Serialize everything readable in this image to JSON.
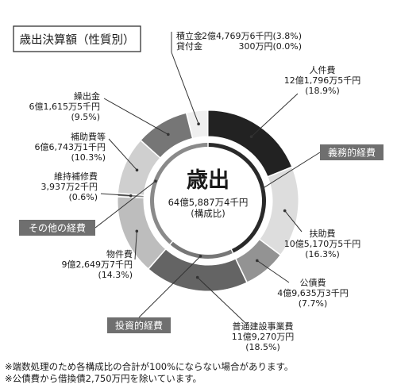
{
  "chart_data": {
    "type": "pie",
    "title": "歳出決算額（性質別）",
    "center": {
      "title": "歳出",
      "total": "64億5,887万4千円",
      "note": "(構成比)"
    },
    "unit": "%",
    "slices": [
      {
        "name": "人件費",
        "amount": "12億1,796万5千円",
        "pct_label": "(18.9%)",
        "value": 18.9,
        "color": "#222222"
      },
      {
        "name": "扶助費",
        "amount": "10億5,170万5千円",
        "pct_label": "(16.3%)",
        "value": 16.3,
        "color": "#dddddd"
      },
      {
        "name": "公債費",
        "amount": "4億9,635万3千円",
        "pct_label": "(7.7%)",
        "value": 7.7,
        "color": "#939393"
      },
      {
        "name": "普通建設事業費",
        "amount": "11億9,270万円",
        "pct_label": "(18.5%)",
        "value": 18.5,
        "color": "#646464"
      },
      {
        "name": "物件費",
        "amount": "9億2,649万7千円",
        "pct_label": "(14.3%)",
        "value": 14.3,
        "color": "#bdbdbd"
      },
      {
        "name": "維持補修費",
        "amount": "3,937万2千円",
        "pct_label": "(0.6%)",
        "value": 0.6,
        "color": "#8c8c8c"
      },
      {
        "name": "補助費等",
        "amount": "6億6,743万1千円",
        "pct_label": "(10.3%)",
        "value": 10.3,
        "color": "#cfcfcf"
      },
      {
        "name": "繰出金",
        "amount": "6億1,615万5千円",
        "pct_label": "(9.5%)",
        "value": 9.5,
        "color": "#767676"
      },
      {
        "name": "積立金",
        "amount": "2億4,769万6千円",
        "pct_label": "(3.8%)",
        "value": 3.8,
        "color": "#efefef"
      },
      {
        "name": "貸付金",
        "amount": "300万円",
        "pct_label": "(0.0%)",
        "value": 0.05,
        "color": "#c8c8c8"
      }
    ],
    "groups": [
      {
        "label": "義務的経費",
        "value": 42.9,
        "color": "#2a2a2a"
      },
      {
        "label": "投資的経費",
        "value": 18.5,
        "color": "#777777"
      },
      {
        "label": "その他の経費",
        "value": 38.6,
        "color": "#8a8a8a"
      }
    ]
  },
  "notes": [
    "※端数処理のため各構成比の合計が100%にならない場合があります。",
    "※公債費から借換債2,750万円を除いています。"
  ]
}
